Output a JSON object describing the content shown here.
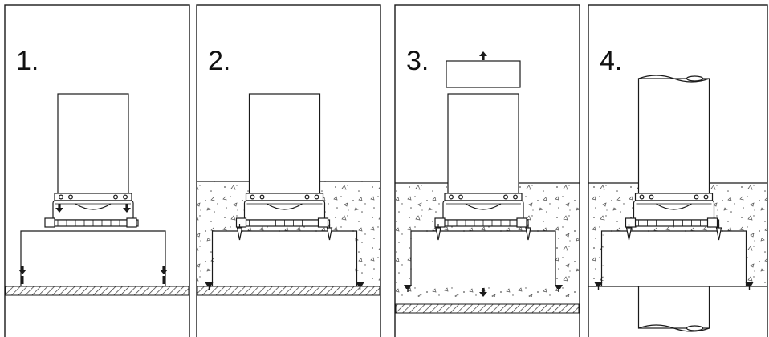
{
  "steps": [
    {
      "label": "1."
    },
    {
      "label": "2."
    },
    {
      "label": "3."
    },
    {
      "label": "4."
    }
  ],
  "colors": {
    "line": "#1a1a1a",
    "fill": "#ffffff",
    "hatch": "#333333",
    "aggregate": "#555555"
  },
  "icons": [
    "up-arrow-icon",
    "down-arrow-icon",
    "anchor-bolt-icon",
    "leveling-screw-icon"
  ]
}
